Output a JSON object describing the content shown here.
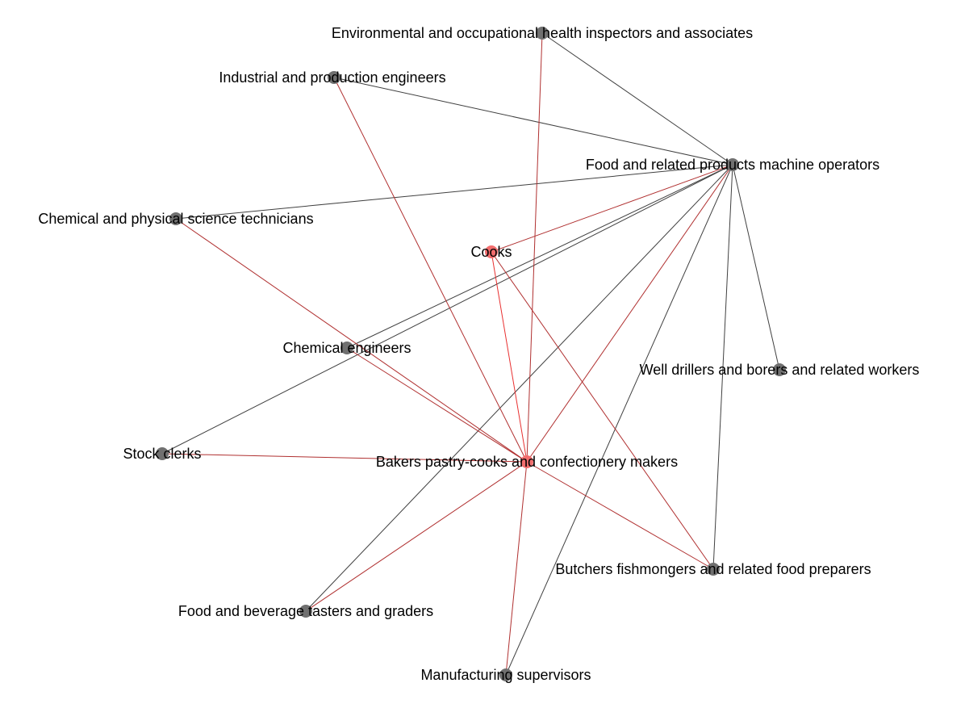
{
  "graph": {
    "nodes": [
      {
        "id": "env-inspectors",
        "label": "Environmental and occupational health inspectors and associates",
        "highlighted": false
      },
      {
        "id": "industrial-engineers",
        "label": "Industrial and production engineers",
        "highlighted": false
      },
      {
        "id": "food-machine-operators",
        "label": "Food and related products machine operators",
        "highlighted": false
      },
      {
        "id": "chem-technicians",
        "label": "Chemical and physical science technicians",
        "highlighted": false
      },
      {
        "id": "cooks",
        "label": "Cooks",
        "highlighted": true
      },
      {
        "id": "chemical-engineers",
        "label": "Chemical engineers",
        "highlighted": false
      },
      {
        "id": "well-drillers",
        "label": "Well drillers and borers and related workers",
        "highlighted": false
      },
      {
        "id": "stock-clerks",
        "label": "Stock clerks",
        "highlighted": false
      },
      {
        "id": "bakers",
        "label": "Bakers pastry-cooks and confectionery makers",
        "highlighted": true
      },
      {
        "id": "butchers",
        "label": "Butchers fishmongers and related food preparers",
        "highlighted": false
      },
      {
        "id": "food-tasters",
        "label": "Food and beverage tasters and graders",
        "highlighted": false
      },
      {
        "id": "mfg-supervisors",
        "label": "Manufacturing supervisors",
        "highlighted": false
      }
    ],
    "edges": [
      {
        "source": "env-inspectors",
        "target": "food-machine-operators",
        "highlighted": false
      },
      {
        "source": "industrial-engineers",
        "target": "food-machine-operators",
        "highlighted": false
      },
      {
        "source": "chem-technicians",
        "target": "food-machine-operators",
        "highlighted": false
      },
      {
        "source": "chemical-engineers",
        "target": "food-machine-operators",
        "highlighted": false
      },
      {
        "source": "stock-clerks",
        "target": "food-machine-operators",
        "highlighted": false
      },
      {
        "source": "food-tasters",
        "target": "food-machine-operators",
        "highlighted": false
      },
      {
        "source": "mfg-supervisors",
        "target": "food-machine-operators",
        "highlighted": false
      },
      {
        "source": "well-drillers",
        "target": "food-machine-operators",
        "highlighted": false
      },
      {
        "source": "butchers",
        "target": "food-machine-operators",
        "highlighted": false
      },
      {
        "source": "cooks",
        "target": "food-machine-operators",
        "highlighted": true
      },
      {
        "source": "bakers",
        "target": "food-machine-operators",
        "highlighted": true
      },
      {
        "source": "bakers",
        "target": "cooks",
        "highlighted": true
      },
      {
        "source": "bakers",
        "target": "env-inspectors",
        "highlighted": true
      },
      {
        "source": "bakers",
        "target": "industrial-engineers",
        "highlighted": true
      },
      {
        "source": "bakers",
        "target": "chem-technicians",
        "highlighted": true
      },
      {
        "source": "bakers",
        "target": "chemical-engineers",
        "highlighted": true
      },
      {
        "source": "bakers",
        "target": "stock-clerks",
        "highlighted": true
      },
      {
        "source": "bakers",
        "target": "butchers",
        "highlighted": true
      },
      {
        "source": "bakers",
        "target": "food-tasters",
        "highlighted": true
      },
      {
        "source": "bakers",
        "target": "mfg-supervisors",
        "highlighted": true
      },
      {
        "source": "cooks",
        "target": "butchers",
        "highlighted": true
      }
    ]
  },
  "colors": {
    "background": "#ffffff",
    "node_default": "#707070",
    "node_highlight": "#f26d6d",
    "edge_default": "#404040",
    "edge_highlight": "#b03030",
    "edge_focus": "#e83030",
    "label": "#000000"
  }
}
